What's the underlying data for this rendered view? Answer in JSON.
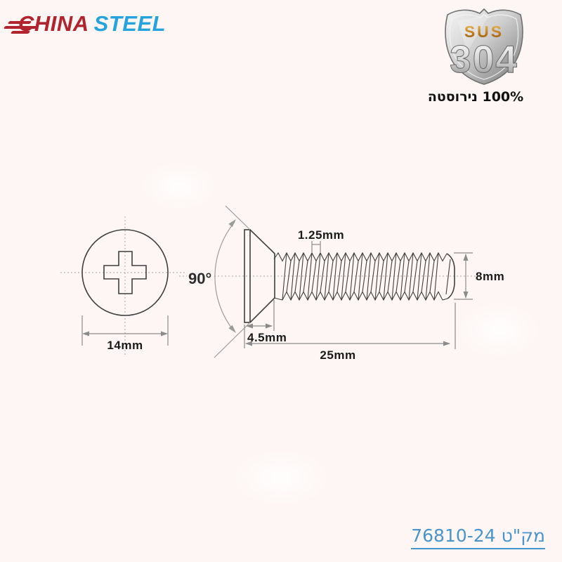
{
  "page": {
    "background": "#fdf6f4"
  },
  "brand": {
    "name_part1": "CHINA",
    "name_part2": "STEEL",
    "color_primary": "#b1242e",
    "color_secondary": "#25a3dc"
  },
  "badge": {
    "line1": "SUS",
    "line2": "304",
    "caption": "100% נירוסטה"
  },
  "drawing": {
    "labels": {
      "head_diameter": "14mm",
      "countersink_angle": "90°",
      "thread_pitch": "1.25mm",
      "thread_diameter": "8mm",
      "head_height": "4.5mm",
      "total_length": "25mm"
    }
  },
  "sku": {
    "label": "מק\"ט 76810-24",
    "color": "#4a94cc"
  }
}
